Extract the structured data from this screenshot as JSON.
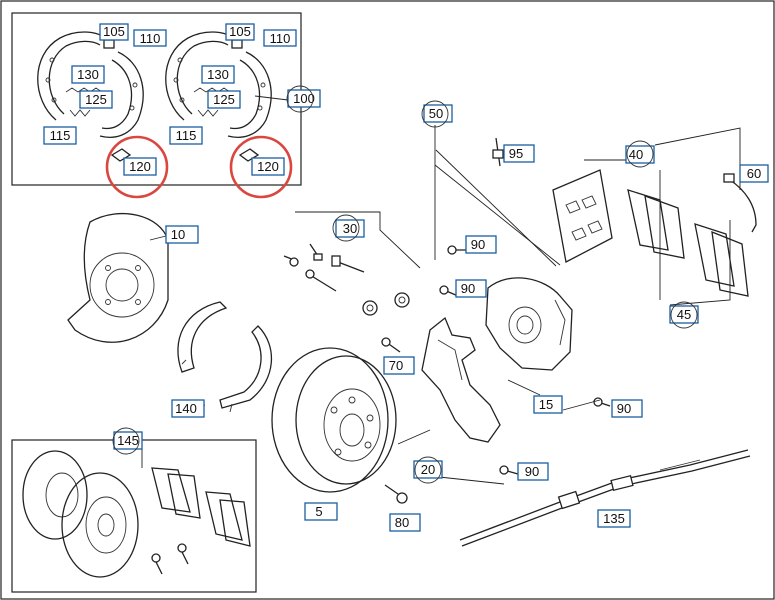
{
  "colors": {
    "label_border": "#1a5fa0",
    "highlight": "#d9473f",
    "line": "#222222"
  },
  "labels": {
    "p105a": "105",
    "p110a": "110",
    "p130a": "130",
    "p125a": "125",
    "p115a": "115",
    "p120a": "120",
    "p105b": "105",
    "p110b": "110",
    "p130b": "130",
    "p125b": "125",
    "p115b": "115",
    "p120b": "120",
    "p100": "100",
    "p10": "10",
    "p30": "30",
    "p50": "50",
    "p95": "95",
    "p40": "40",
    "p60": "60",
    "p90a": "90",
    "p90b": "90",
    "p45": "45",
    "p70": "70",
    "p15": "15",
    "p90c": "90",
    "p140": "140",
    "p145": "145",
    "p20": "20",
    "p90d": "90",
    "p5": "5",
    "p80": "80",
    "p135": "135"
  },
  "highlighted": [
    "120",
    "120"
  ]
}
